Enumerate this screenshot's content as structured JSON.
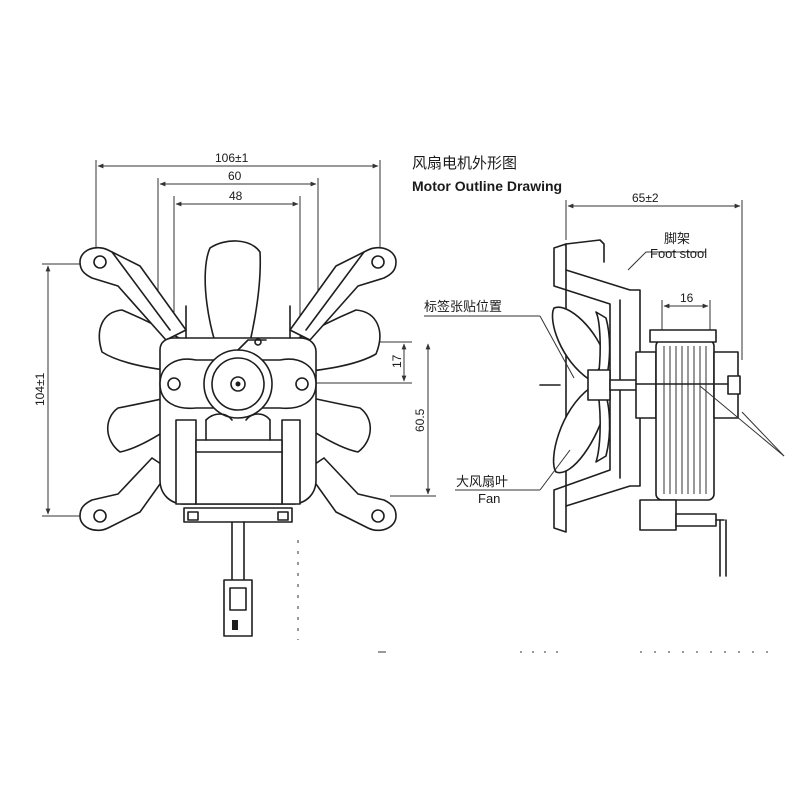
{
  "title": {
    "chinese": "风扇电机外形图",
    "english": "Motor Outline Drawing"
  },
  "dimensions": {
    "overall_width": "106±1",
    "mount_width": "60",
    "inner_width": "48",
    "overall_height": "104±1",
    "shaft_offset": "17",
    "center_height": "60.5",
    "side_depth": "65±2",
    "coil_width": "16"
  },
  "labels": {
    "foot_stool_cn": "脚架",
    "foot_stool_en": "Foot stool",
    "label_position_cn": "标签张贴位置",
    "fan_cn": "大风扇叶",
    "fan_en": "Fan"
  }
}
